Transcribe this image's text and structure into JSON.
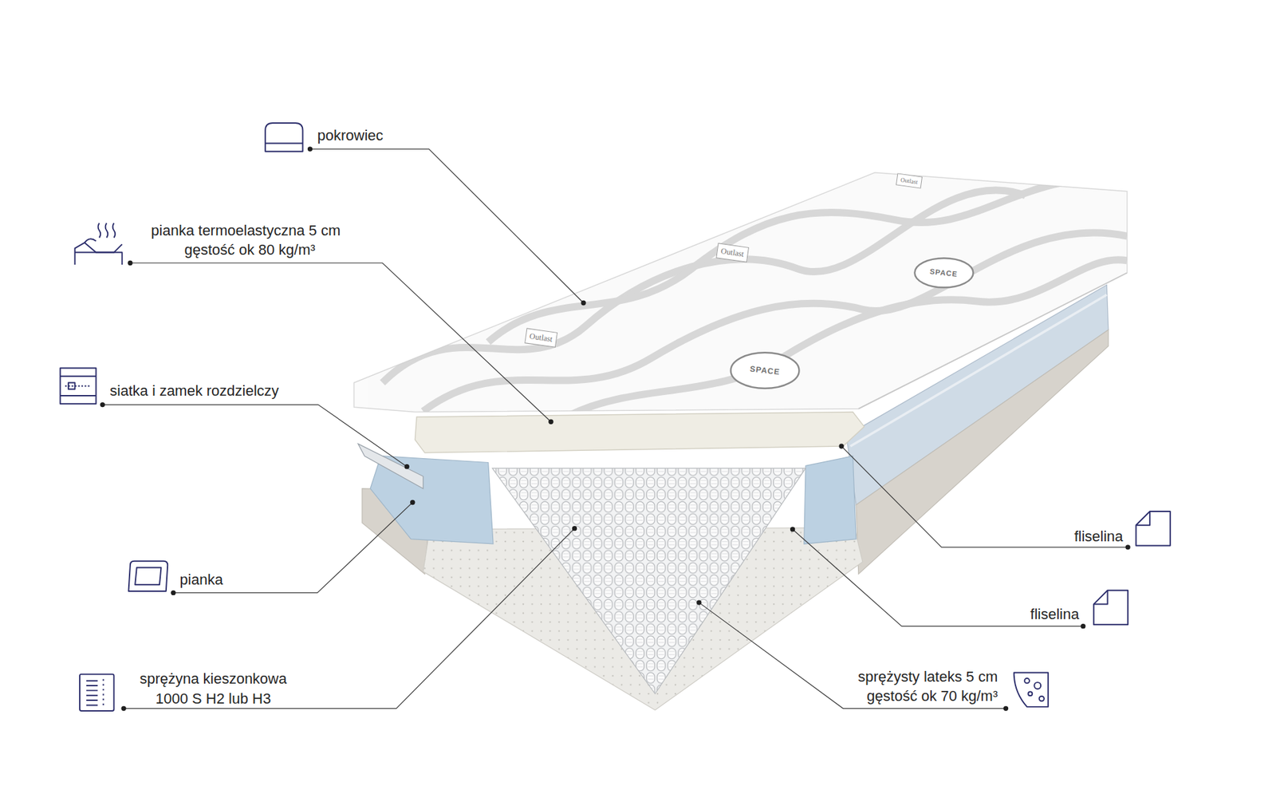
{
  "diagram": {
    "labels": [
      "pokrowiec",
      "pianka termoelastyczna 5 cm",
      "gęstość ok 80 kg/m³",
      "siatka i zamek rozdzielczy",
      "pianka",
      "sprężyna kieszonkowa",
      "1000 S H2 lub H3",
      "fliselina",
      "fliselina",
      "sprężysty lateks 5 cm",
      "gęstość ok 70 kg/m³",
      "Outlast",
      "Outlast",
      "Outlast",
      "SPACE",
      "SPACE"
    ]
  }
}
